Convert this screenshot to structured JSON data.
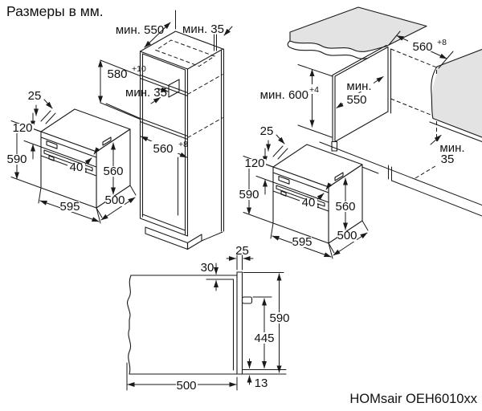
{
  "title": "Размеры в мм.",
  "model": "HOMsair OEH6010xx",
  "colors": {
    "line": "#1a1a1a",
    "surface_shading": "#e3e3e3"
  },
  "column_install": {
    "min_depth": "мин. 550",
    "min_top_gap": "мин. 35",
    "niche_height": "580",
    "niche_height_tol": "+10",
    "min_shelf_gap": "мин. 35",
    "niche_width": "560",
    "niche_width_tol": "+8"
  },
  "undercounter_install": {
    "niche_width": "560",
    "niche_width_tol": "+8",
    "worktop_height": "мин. 600",
    "worktop_height_tol": "+4",
    "min_depth_label": "мин.",
    "min_depth_value": "550",
    "min_back_gap_label": "мин.",
    "min_back_gap_value": "35"
  },
  "oven_dims": {
    "top_offset": "25",
    "panel_height": "120",
    "front_height": "590",
    "handle_depth": "40",
    "body_height": "560",
    "front_width": "595",
    "body_depth": "500"
  },
  "side_view": {
    "door_thickness": "25",
    "top_clearance": "30",
    "height": "590",
    "handle_height": "445",
    "bottom_offset": "13",
    "depth": "500"
  }
}
